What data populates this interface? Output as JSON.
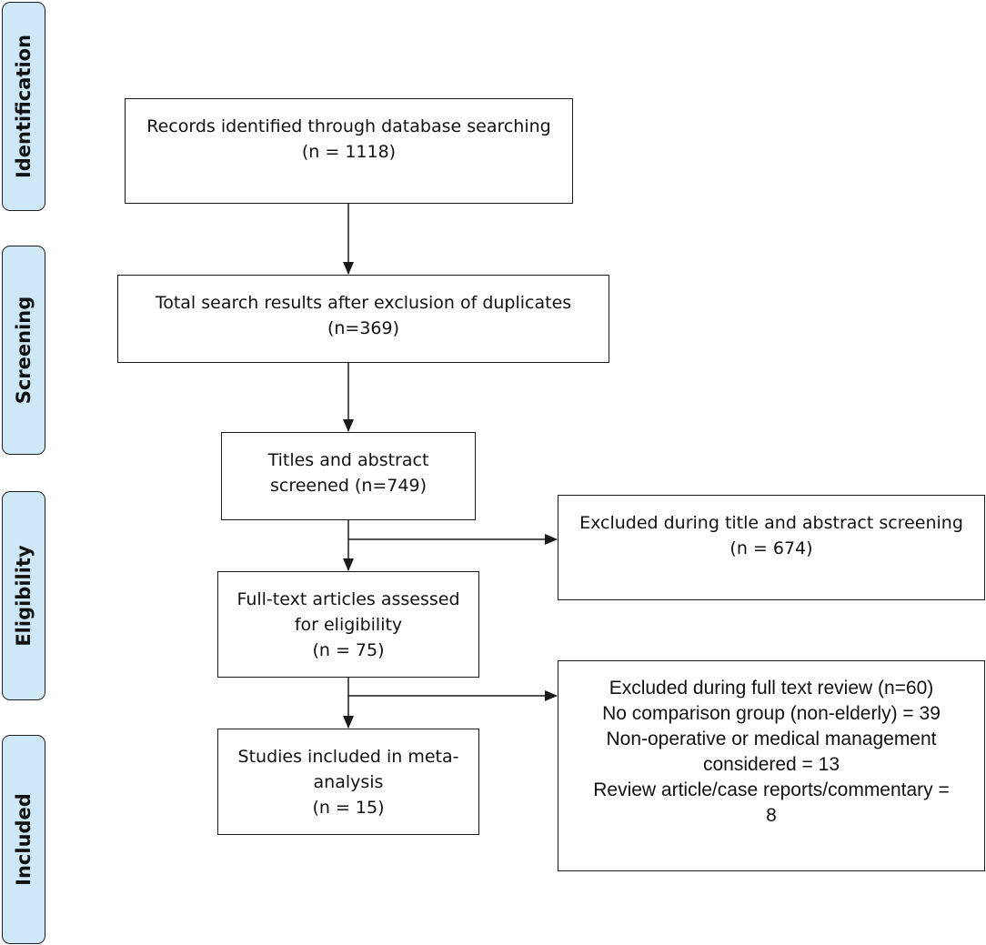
{
  "phases": {
    "identification": "Identification",
    "screening": "Screening",
    "eligibility": "Eligibility",
    "included": "Included"
  },
  "boxes": {
    "records_identified": {
      "line1": "Records identified through database searching",
      "line2": "(n = 1118)"
    },
    "after_duplicates": {
      "line1": "Total search results after exclusion of duplicates",
      "line2": "(n=369)"
    },
    "titles_screened": {
      "line1": "Titles and abstract",
      "line2": "screened (n=749)"
    },
    "fulltext_assessed": {
      "line1": "Full-text articles assessed",
      "line2": "for eligibility",
      "line3": "(n = 75)"
    },
    "studies_included": {
      "line1": "Studies included in meta-",
      "line2": "analysis",
      "line3": "(n =  15)"
    },
    "excluded_title_abstract": {
      "line1": "Excluded during title and abstract screening",
      "line2": "(n = 674)"
    },
    "excluded_fulltext": {
      "line1": "Excluded during full text review (n=60)",
      "line2": "No comparison group (non-elderly) = 39",
      "line3": "Non-operative or medical management",
      "line4": "considered = 13",
      "line5": "Review article/case reports/commentary =",
      "line6": "8"
    }
  },
  "colors": {
    "phase_fill": "#cfe8f8",
    "stroke": "#1a1a1a"
  }
}
